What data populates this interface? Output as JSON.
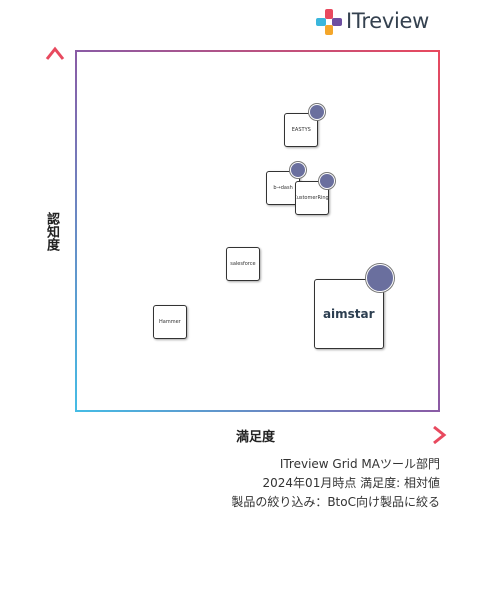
{
  "logo": {
    "text": "ITreview",
    "colors": [
      "#e8495e",
      "#f4a62a",
      "#3ab6dc",
      "#6d4ea0"
    ]
  },
  "axes": {
    "x_label": "満足度",
    "y_label": "認知度"
  },
  "caption": {
    "line1": "ITreview Grid MAツール部門",
    "line2": "2024年01月時点 満足度: 相対値",
    "line3": "製品の絞り込み：BtoC向け製品に絞る"
  },
  "colors": {
    "blue": "#45bce5",
    "purple": "#8a5ba5",
    "red": "#e8495e",
    "grid": "#d3cbe0"
  },
  "chart_data": {
    "type": "scatter",
    "xlabel": "満足度",
    "ylabel": "認知度",
    "grid": true,
    "products": [
      {
        "name": "EASTYS",
        "x": 0.62,
        "y": 0.78,
        "size": "small",
        "badge": true
      },
      {
        "name": "b→dash",
        "x": 0.57,
        "y": 0.62,
        "size": "small",
        "badge": true
      },
      {
        "name": "CustomerRings",
        "x": 0.65,
        "y": 0.59,
        "size": "small",
        "badge": true
      },
      {
        "name": "salesforce",
        "x": 0.46,
        "y": 0.41,
        "size": "small",
        "badge": false
      },
      {
        "name": "aimstar",
        "x": 0.75,
        "y": 0.27,
        "size": "large",
        "badge": true
      },
      {
        "name": "Hammer",
        "x": 0.26,
        "y": 0.25,
        "size": "small",
        "badge": false
      }
    ]
  }
}
